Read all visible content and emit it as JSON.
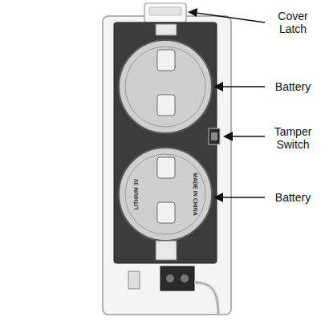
{
  "diagram": {
    "labels": [
      "Cover Latch",
      "Battery",
      "Tamper Switch",
      "Battery",
      "LITHIUM 3V",
      "MADE IN CHINA"
    ]
  }
}
